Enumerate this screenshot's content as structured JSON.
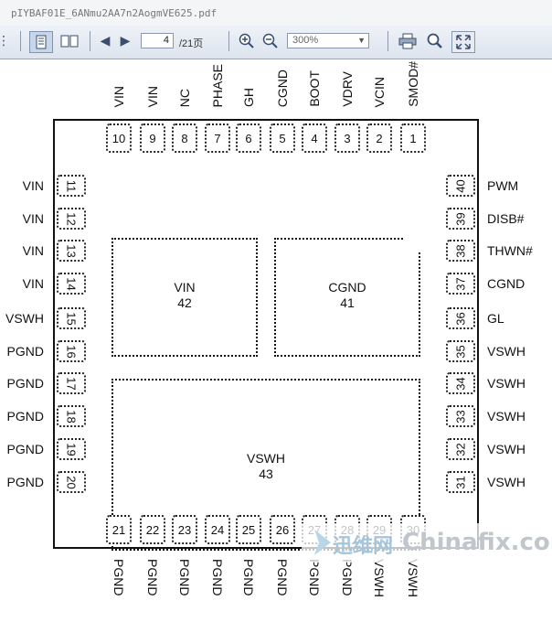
{
  "window": {
    "title": "pIYBAF01E_6ANmu2AA7n2AogmVE625.pdf"
  },
  "toolbar": {
    "page_current": "4",
    "page_total": "/21页",
    "zoom": "300%"
  },
  "chip": {
    "top_pins": [
      {
        "num": "10",
        "label": "VIN"
      },
      {
        "num": "9",
        "label": "VIN"
      },
      {
        "num": "8",
        "label": "NC"
      },
      {
        "num": "7",
        "label": "PHASE"
      },
      {
        "num": "6",
        "label": "GH"
      },
      {
        "num": "5",
        "label": "CGND"
      },
      {
        "num": "4",
        "label": "BOOT"
      },
      {
        "num": "3",
        "label": "VDRV"
      },
      {
        "num": "2",
        "label": "VCIN"
      },
      {
        "num": "1",
        "label": "SMOD#"
      }
    ],
    "left_pins": [
      {
        "num": "11",
        "label": "VIN"
      },
      {
        "num": "12",
        "label": "VIN"
      },
      {
        "num": "13",
        "label": "VIN"
      },
      {
        "num": "14",
        "label": "VIN"
      },
      {
        "num": "15",
        "label": "VSWH"
      },
      {
        "num": "16",
        "label": "PGND"
      },
      {
        "num": "17",
        "label": "PGND"
      },
      {
        "num": "18",
        "label": "PGND"
      },
      {
        "num": "19",
        "label": "PGND"
      },
      {
        "num": "20",
        "label": "PGND"
      }
    ],
    "right_pins": [
      {
        "num": "40",
        "label": "PWM"
      },
      {
        "num": "39",
        "label": "DISB#"
      },
      {
        "num": "38",
        "label": "THWN#"
      },
      {
        "num": "37",
        "label": "CGND"
      },
      {
        "num": "36",
        "label": "GL"
      },
      {
        "num": "35",
        "label": "VSWH"
      },
      {
        "num": "34",
        "label": "VSWH"
      },
      {
        "num": "33",
        "label": "VSWH"
      },
      {
        "num": "32",
        "label": "VSWH"
      },
      {
        "num": "31",
        "label": "VSWH"
      }
    ],
    "bottom_pins": [
      {
        "num": "21",
        "label": "PGND"
      },
      {
        "num": "22",
        "label": "PGND"
      },
      {
        "num": "23",
        "label": "PGND"
      },
      {
        "num": "24",
        "label": "PGND"
      },
      {
        "num": "25",
        "label": "PGND"
      },
      {
        "num": "26",
        "label": "PGND"
      },
      {
        "num": "27",
        "label": "PGND"
      },
      {
        "num": "28",
        "label": "PGND"
      },
      {
        "num": "29",
        "label": "VSWH"
      },
      {
        "num": "30",
        "label": "VSWH"
      }
    ],
    "pads": [
      {
        "name": "VIN",
        "num": "42"
      },
      {
        "name": "CGND",
        "num": "41"
      },
      {
        "name": "VSWH",
        "num": "43"
      }
    ]
  },
  "watermark": {
    "cn": "迅维网",
    "en": "Chinafix.com"
  }
}
